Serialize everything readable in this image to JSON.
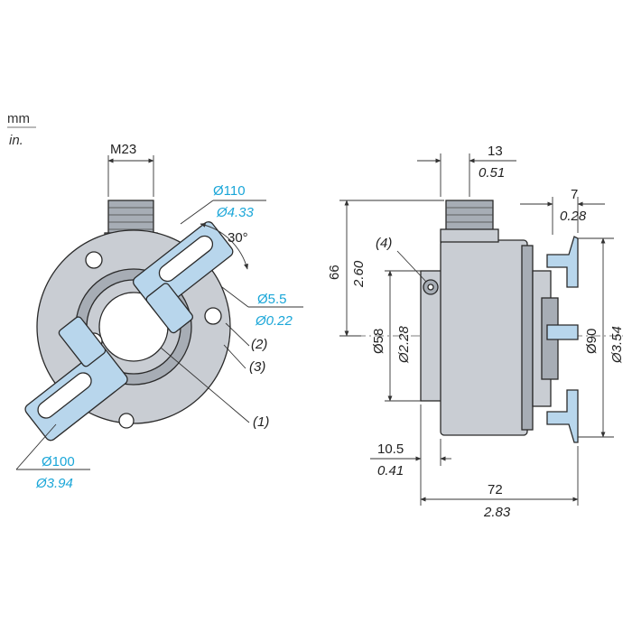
{
  "units": {
    "top": "mm",
    "bottom": "in."
  },
  "front_view": {
    "thread_label": "M23",
    "d110_mm": "Ø110",
    "d110_in": "Ø4.33",
    "angle": "30°",
    "d5_5_mm": "Ø5.5",
    "d5_5_in": "Ø0.22",
    "d100_mm": "Ø100",
    "d100_in": "Ø3.94",
    "callout_1": "(1)",
    "callout_2": "(2)",
    "callout_3": "(3)"
  },
  "side_view": {
    "dim13_mm": "13",
    "dim13_in": "0.51",
    "dim7_mm": "7",
    "dim7_in": "0.28",
    "dim66_mm": "66",
    "dim66_in": "2.60",
    "callout_4": "(4)",
    "d58_mm": "Ø58",
    "d58_in": "Ø2.28",
    "d90_mm": "Ø90",
    "d90_in": "Ø3.54",
    "dim10_5_mm": "10.5",
    "dim10_5_in": "0.41",
    "dim72_mm": "72",
    "dim72_in": "2.83"
  },
  "colors": {
    "metric_blue": "#1aa6d8",
    "bracket_fill": "#b8d6ec",
    "body": "#c9cdd3"
  }
}
